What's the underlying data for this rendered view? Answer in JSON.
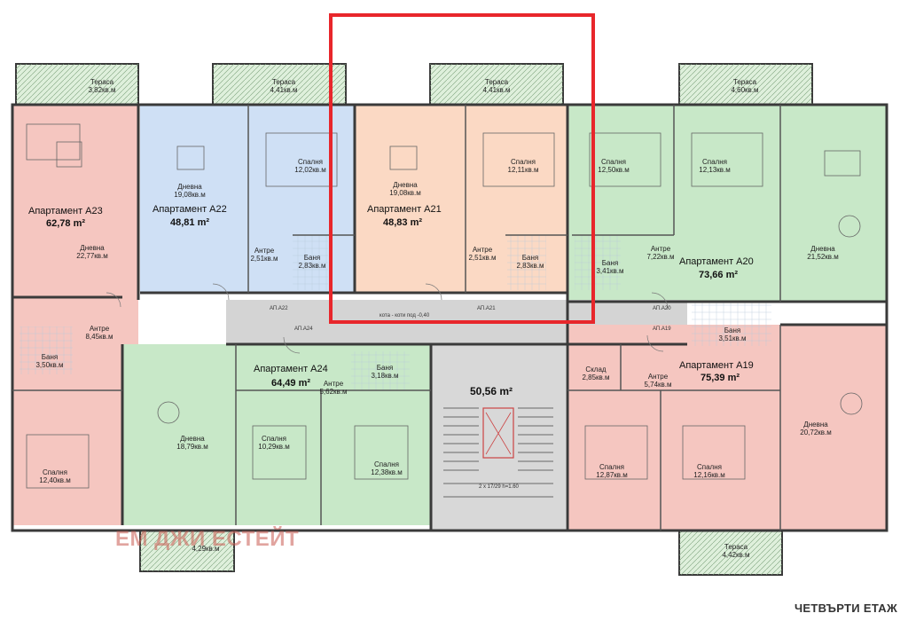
{
  "colors": {
    "pink": "#f5c6c0",
    "blue": "#cfe0f5",
    "peach": "#fbd9c4",
    "green": "#c8e8c8",
    "corridor": "#d4d4d4",
    "highlight": "#e8262b",
    "wall": "#3a3a3a",
    "terrace": "#dff0dc"
  },
  "terraces": {
    "a23": {
      "name": "Тераса",
      "area": "3,82кв.м"
    },
    "a22": {
      "name": "Тераса",
      "area": "4,41кв.м"
    },
    "a21": {
      "name": "Тераса",
      "area": "4,41кв.м"
    },
    "a20": {
      "name": "Тераса",
      "area": "4,60кв.м"
    },
    "a19": {
      "name": "Тераса",
      "area": "4,42кв.м"
    },
    "a24": {
      "name": "",
      "area": "4,29кв.м"
    }
  },
  "apartments": {
    "a23": {
      "title": "Апартамент А23",
      "area": "62,78 m²",
      "rooms": {
        "living": {
          "name": "Дневна",
          "area": "22,77кв.м"
        },
        "hall": {
          "name": "Антре",
          "area": "8,45кв.м"
        },
        "bath": {
          "name": "Баня",
          "area": "3,50кв.м"
        },
        "bedroom": {
          "name": "Спалня",
          "area": "12,40кв.м"
        }
      }
    },
    "a22": {
      "title": "Апартамент А22",
      "area": "48,81 m²",
      "rooms": {
        "living": {
          "name": "Дневна",
          "area": "19,08кв.м"
        },
        "bedroom": {
          "name": "Спалня",
          "area": "12,02кв.м"
        },
        "hall": {
          "name": "Антре",
          "area": "2,51кв.м"
        },
        "bath": {
          "name": "Баня",
          "area": "2,83кв.м"
        }
      }
    },
    "a21": {
      "title": "Апартамент А21",
      "area": "48,83 m²",
      "rooms": {
        "living": {
          "name": "Дневна",
          "area": "19,08кв.м"
        },
        "bedroom": {
          "name": "Спалня",
          "area": "12,11кв.м"
        },
        "hall": {
          "name": "Антре",
          "area": "2,51кв.м"
        },
        "bath": {
          "name": "Баня",
          "area": "2,83кв.м"
        }
      }
    },
    "a20": {
      "title": "Апартамент А20",
      "area": "73,66 m²",
      "rooms": {
        "bedroom1": {
          "name": "Спалня",
          "area": "12,50кв.м"
        },
        "bedroom2": {
          "name": "Спалня",
          "area": "12,13кв.м"
        },
        "hall": {
          "name": "Антре",
          "area": "7,22кв.м"
        },
        "bath": {
          "name": "Баня",
          "area": "3,41кв.м"
        },
        "living": {
          "name": "Дневна",
          "area": "21,52кв.м"
        }
      }
    },
    "a24": {
      "title": "Апартамент А24",
      "area": "64,49 m²",
      "rooms": {
        "living": {
          "name": "Дневна",
          "area": "18,79кв.м"
        },
        "bedroom1": {
          "name": "Спалня",
          "area": "10,29кв.м"
        },
        "hall": {
          "name": "Антре",
          "area": "5,62кв.м"
        },
        "bath": {
          "name": "Баня",
          "area": "3,18кв.м"
        },
        "bedroom2": {
          "name": "Спалня",
          "area": "12,38кв.м"
        }
      }
    },
    "a19": {
      "title": "Апартамент А19",
      "area": "75,39 m²",
      "rooms": {
        "bath": {
          "name": "Баня",
          "area": "3,51кв.м"
        },
        "storage": {
          "name": "Склад",
          "area": "2,85кв.м"
        },
        "hall": {
          "name": "Антре",
          "area": "5,74кв.м"
        },
        "living": {
          "name": "Дневна",
          "area": "20,72кв.м"
        },
        "bedroom1": {
          "name": "Спалня",
          "area": "12,87кв.м"
        },
        "bedroom2": {
          "name": "Спалня",
          "area": "12,16кв.м"
        }
      }
    }
  },
  "corridor": {
    "labels": [
      "АП.А22",
      "АП.А21",
      "АП.А20",
      "АП.А24",
      "АП.А19"
    ],
    "note": "кота - коти под -0,40"
  },
  "core": {
    "area": "50,56 m²",
    "stair_note": "2 x 17/29 h=1.60"
  },
  "watermark": "ЕМ ДЖИ ЕСТЕЙТ",
  "floor_label": "ЧЕТВЪРТИ ЕТАЖ"
}
